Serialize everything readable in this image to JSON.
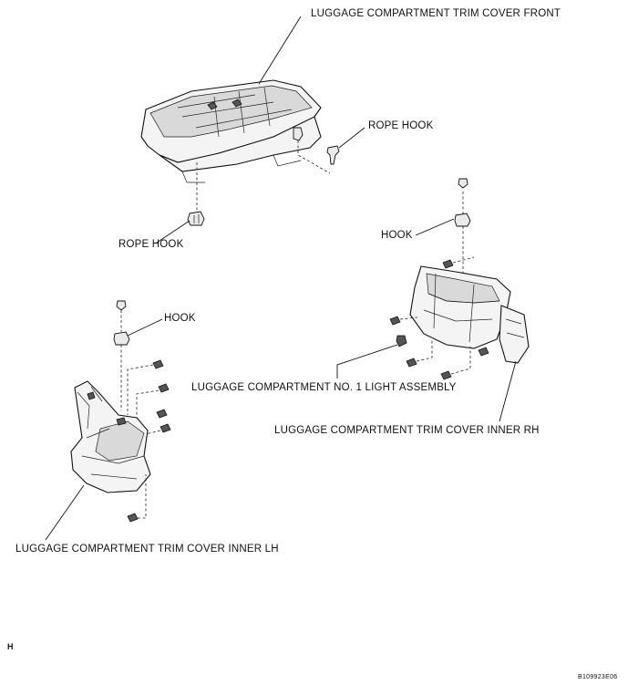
{
  "labels": {
    "trim_cover_front": "LUGGAGE COMPARTMENT TRIM COVER FRONT",
    "rope_hook_right": "ROPE HOOK",
    "rope_hook_left": "ROPE HOOK",
    "hook_right": "HOOK",
    "hook_left": "HOOK",
    "light_assembly": "LUGGAGE COMPARTMENT NO. 1 LIGHT ASSEMBLY",
    "trim_cover_inner_rh": "LUGGAGE COMPARTMENT TRIM COVER INNER RH",
    "trim_cover_inner_lh": "LUGGAGE COMPARTMENT TRIM COVER INNER LH"
  },
  "corner_mark": "H",
  "figure_code": "B109923E06"
}
